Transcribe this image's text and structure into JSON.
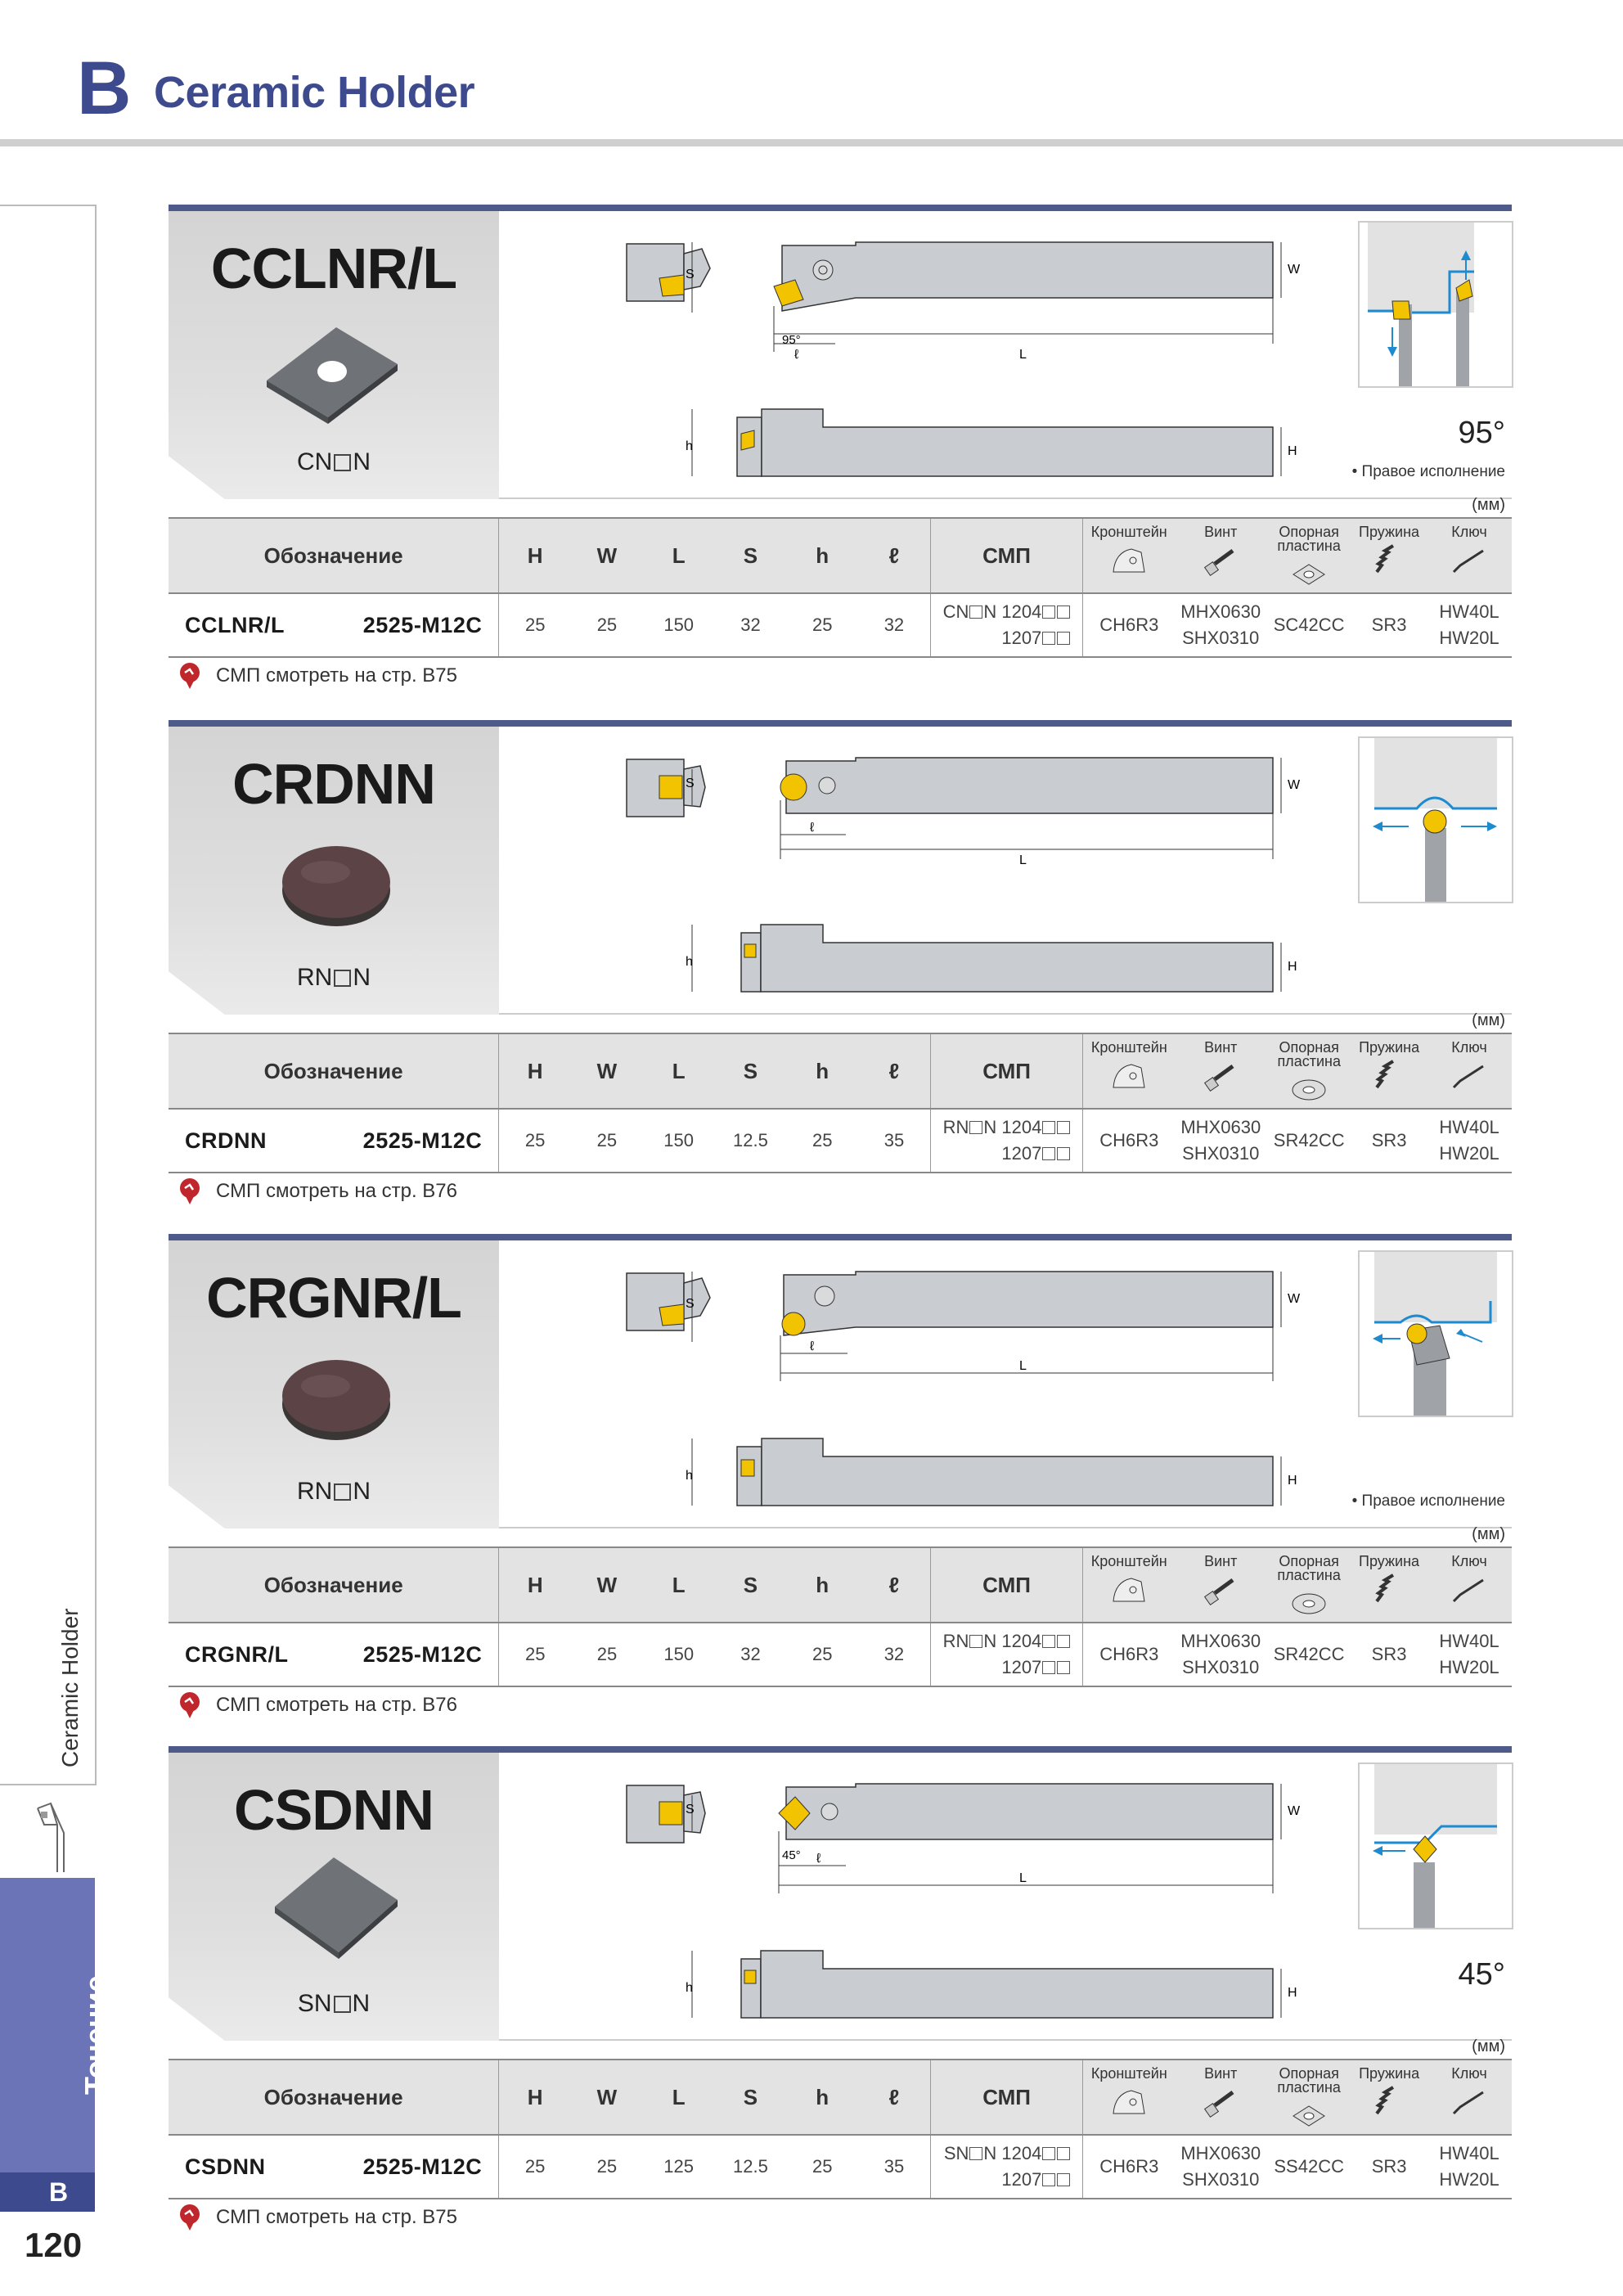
{
  "header": {
    "letter": "B",
    "title": "Ceramic Holder"
  },
  "sidebar": {
    "section_label": "Ceramic Holder",
    "tab_label": "Точение",
    "tab_letter": "B",
    "page_number": "120"
  },
  "table_headers": {
    "designation": "Обозначение",
    "H": "H",
    "W": "W",
    "L": "L",
    "S": "S",
    "h": "h",
    "l": "ℓ",
    "smp": "СМП",
    "bracket": "Кронштейн",
    "screw": "Винт",
    "seat_line1": "Опорная",
    "seat_line2": "пластина",
    "spring": "Пружина",
    "key": "Ключ"
  },
  "units": "(мм)",
  "right_hand": "• Правое исполнение",
  "note_prefix": "СМП смотреть на стр.",
  "drawing_labels": {
    "S": "S",
    "W": "W",
    "L": "L",
    "H": "H",
    "h": "h",
    "l": "ℓ"
  },
  "sections": [
    {
      "code": "CCLNR/L",
      "insert_prefix": "CN",
      "insert_suffix": "N",
      "angle": "95°",
      "lead_angle": "95°",
      "row": {
        "name": "CCLNR/L",
        "size": "2525-M12C",
        "H": "25",
        "W": "25",
        "L": "150",
        "S": "32",
        "h": "25",
        "l": "32",
        "smp1_prefix": "CN",
        "smp1_suffix": "N 1204",
        "smp2": "1207",
        "bracket": "CH6R3",
        "screw1": "MHX0630",
        "screw2": "SHX0310",
        "seat": "SC42CC",
        "spring": "SR3",
        "key1": "HW40L",
        "key2": "HW20L"
      },
      "note_page": "B75"
    },
    {
      "code": "CRDNN",
      "insert_prefix": "RN",
      "insert_suffix": "N",
      "row": {
        "name": "CRDNN",
        "size": "2525-M12C",
        "H": "25",
        "W": "25",
        "L": "150",
        "S": "12.5",
        "h": "25",
        "l": "35",
        "smp1_prefix": "RN",
        "smp1_suffix": "N 1204",
        "smp2": "1207",
        "bracket": "CH6R3",
        "screw1": "MHX0630",
        "screw2": "SHX0310",
        "seat": "SR42CC",
        "spring": "SR3",
        "key1": "HW40L",
        "key2": "HW20L"
      },
      "note_page": "B76"
    },
    {
      "code": "CRGNR/L",
      "insert_prefix": "RN",
      "insert_suffix": "N",
      "row": {
        "name": "CRGNR/L",
        "size": "2525-M12C",
        "H": "25",
        "W": "25",
        "L": "150",
        "S": "32",
        "h": "25",
        "l": "32",
        "smp1_prefix": "RN",
        "smp1_suffix": "N 1204",
        "smp2": "1207",
        "bracket": "CH6R3",
        "screw1": "MHX0630",
        "screw2": "SHX0310",
        "seat": "SR42CC",
        "spring": "SR3",
        "key1": "HW40L",
        "key2": "HW20L"
      },
      "note_page": "B76"
    },
    {
      "code": "CSDNN",
      "insert_prefix": "SN",
      "insert_suffix": "N",
      "angle": "45°",
      "lead_angle": "45°",
      "row": {
        "name": "CSDNN",
        "size": "2525-M12C",
        "H": "25",
        "W": "25",
        "L": "125",
        "S": "12.5",
        "h": "25",
        "l": "35",
        "smp1_prefix": "SN",
        "smp1_suffix": "N 1204",
        "smp2": "1207",
        "bracket": "CH6R3",
        "screw1": "MHX0630",
        "screw2": "SHX0310",
        "seat": "SS42CC",
        "spring": "SR3",
        "key1": "HW40L",
        "key2": "HW20L"
      },
      "note_page": "B75"
    }
  ]
}
